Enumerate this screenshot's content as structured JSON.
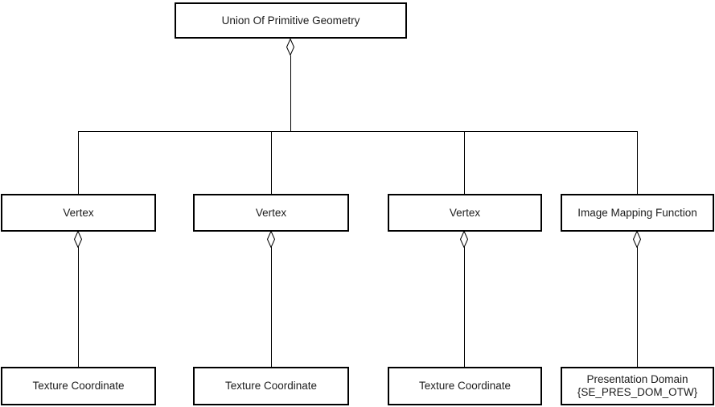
{
  "colors": {
    "box_border": "#000000",
    "box_fill": "#ffffff",
    "text": "#1c1c1c",
    "background": "#ffffff"
  },
  "diagram": {
    "type": "uml-aggregation-hierarchy",
    "connector_style": "open-diamond-aggregation",
    "root": {
      "label": "Union Of Primitive Geometry"
    },
    "mid": [
      {
        "label": "Vertex"
      },
      {
        "label": "Vertex"
      },
      {
        "label": "Vertex"
      },
      {
        "label": "Image Mapping Function"
      }
    ],
    "bottom": [
      {
        "label": "Texture Coordinate"
      },
      {
        "label": "Texture Coordinate"
      },
      {
        "label": "Texture Coordinate"
      },
      {
        "label_line1": "Presentation Domain",
        "label_line2": "{SE_PRES_DOM_OTW}"
      }
    ]
  }
}
